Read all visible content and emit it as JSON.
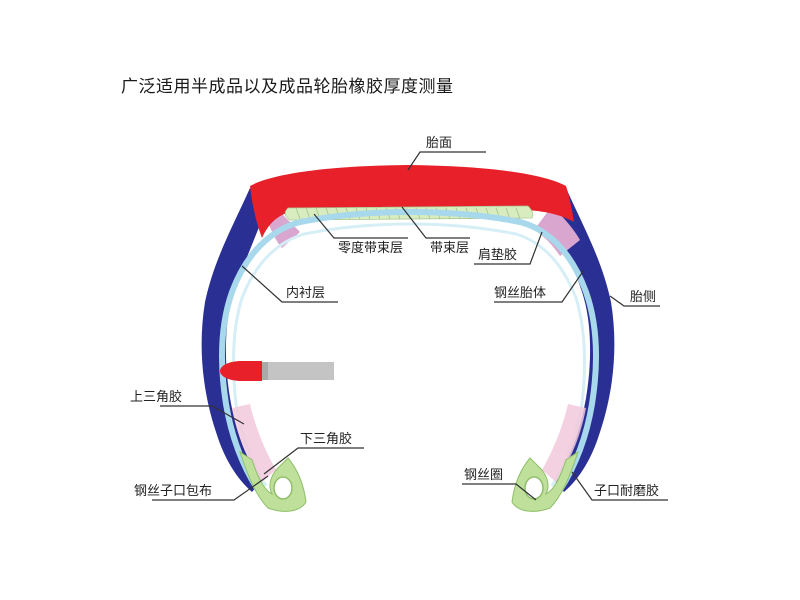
{
  "title": "广泛适用半成品以及成品轮胎橡胶厚度测量",
  "labels": {
    "tread": "胎面",
    "zero_belt": "零度带束层",
    "belt": "带束层",
    "shoulder_pad": "肩垫胶",
    "inner_liner": "内衬层",
    "carcass": "钢丝胎体",
    "sidewall": "胎侧",
    "upper_apex": "上三角胶",
    "lower_apex": "下三角胶",
    "bead_wrap": "钢丝子口包布",
    "bead_ring": "钢丝圈",
    "chafer": "子口耐磨胶"
  },
  "colors": {
    "tread": "#e8202a",
    "sidewall": "#2a2f94",
    "carcass": "#a8d8ec",
    "belt": "#d8ecc0",
    "shoulder_pad": "#d9a6cf",
    "bead": "#bfe09a",
    "probe_body": "#c4c4c4",
    "probe_tip": "#e8202a"
  }
}
